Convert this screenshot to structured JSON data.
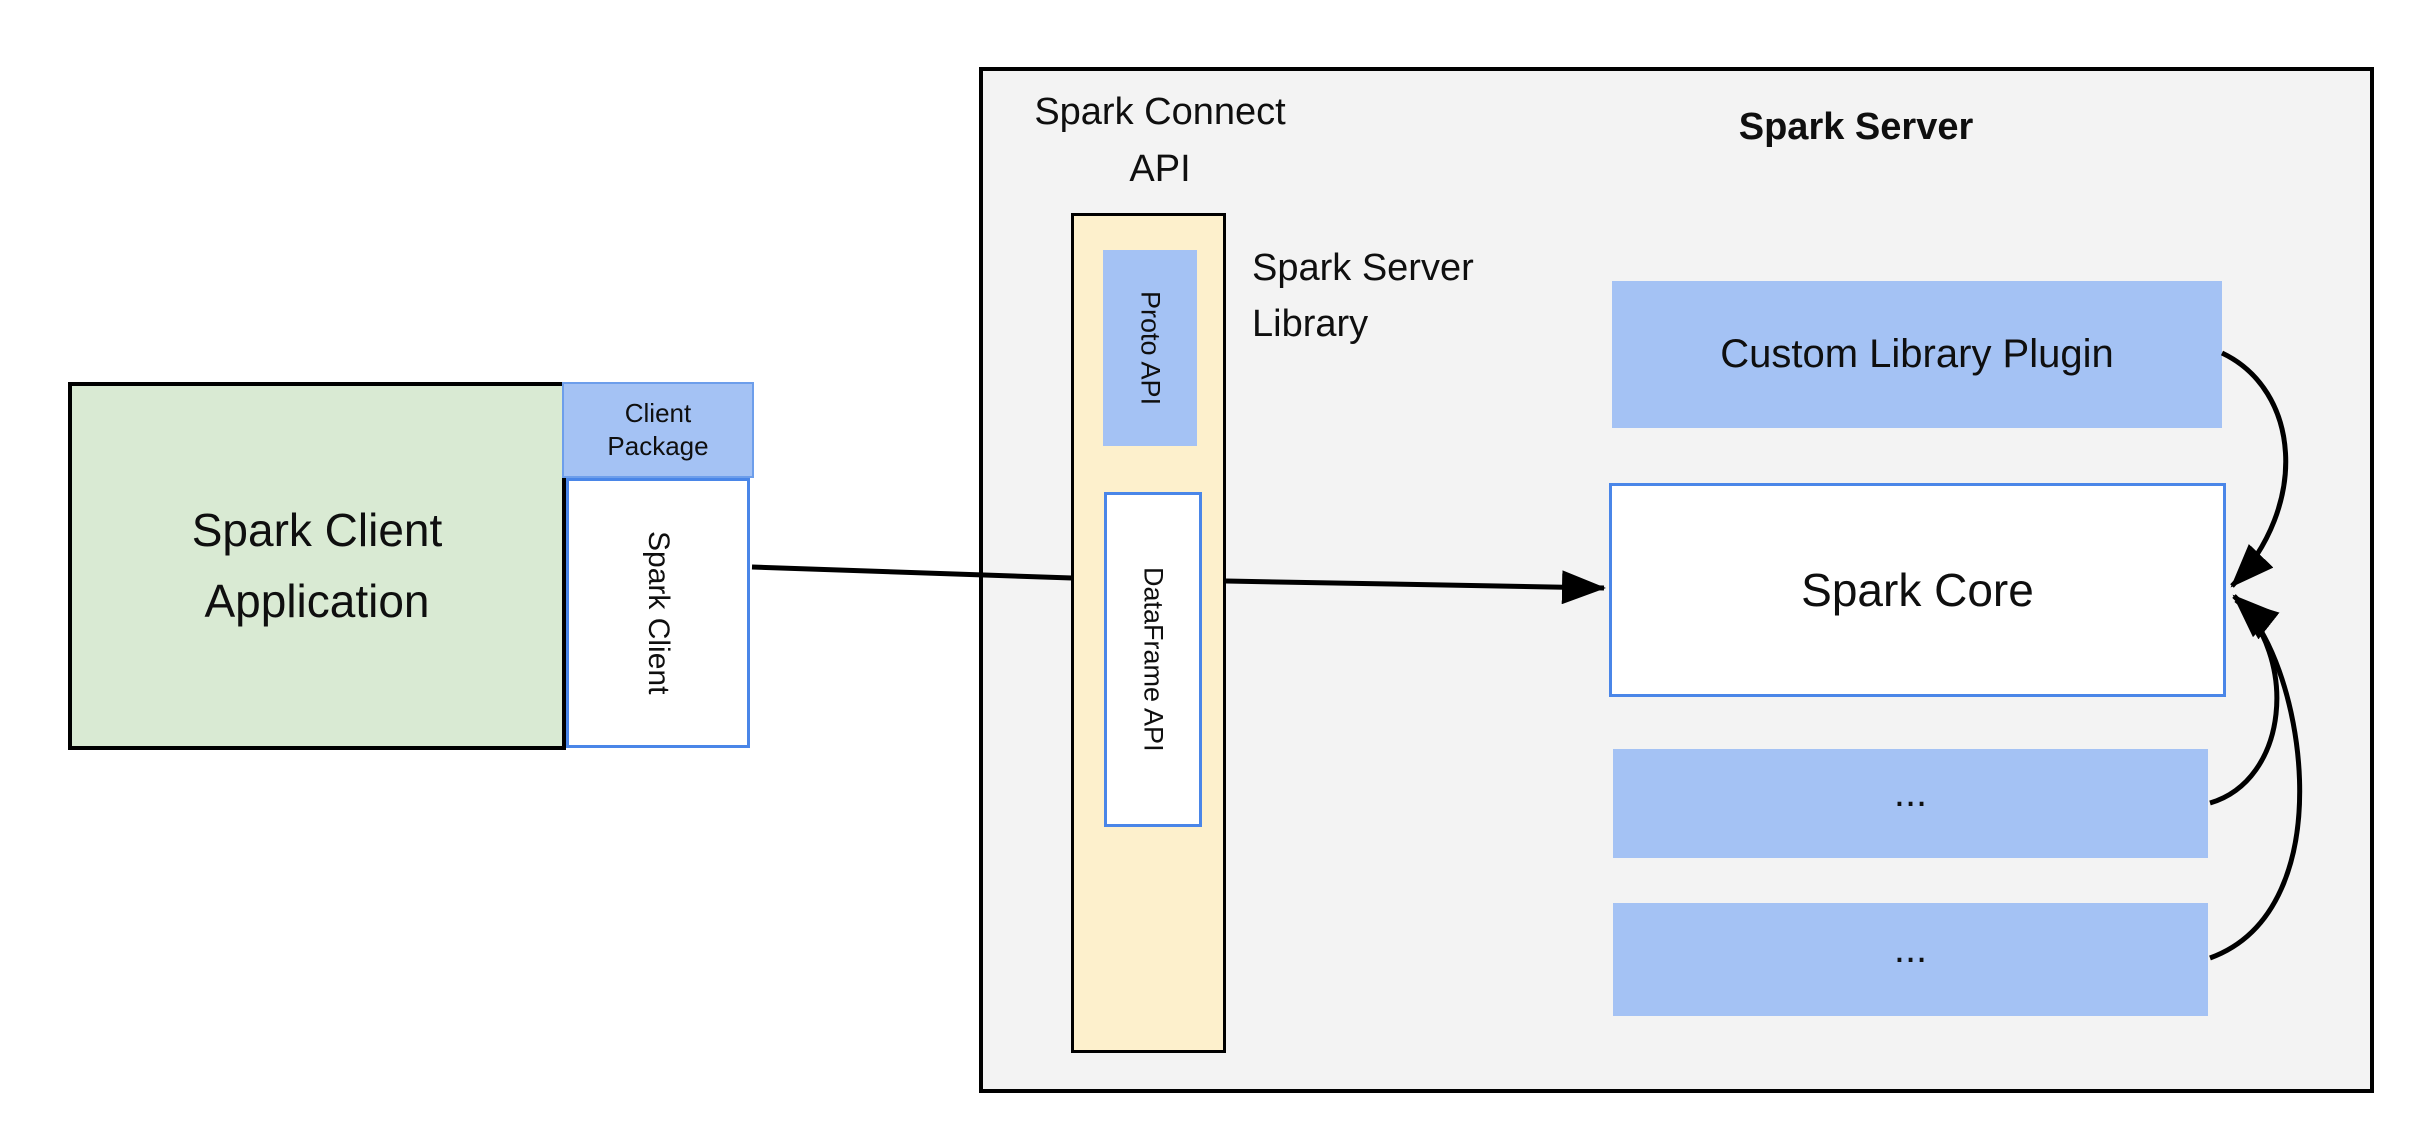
{
  "colors": {
    "green_fill": "#d9ead3",
    "blue_fill": "#a4c2f4",
    "blue_border": "#4a86e8",
    "blue_border_light": "#6d9eeb",
    "yellow_fill": "#fdf0cc",
    "gray_fill": "#f3f3f3",
    "line_black": "#000000",
    "text": "#0f0f0f"
  },
  "diagram": {
    "client_app": {
      "line1": "Spark Client",
      "line2": "Application"
    },
    "client_package": {
      "line1": "Client",
      "line2": "Package"
    },
    "spark_client": {
      "label": "Spark Client"
    },
    "spark_connect_api": {
      "line1": "Spark Connect",
      "line2": "API"
    },
    "spark_server_library": {
      "line1": "Spark Server",
      "line2": "Library"
    },
    "spark_server_title": "Spark Server",
    "proto_api": "Proto API",
    "dataframe_api": "DataFrame API",
    "custom_library_plugin": "Custom Library Plugin",
    "spark_core": "Spark Core",
    "plugin_placeholder_1": "...",
    "plugin_placeholder_2": "..."
  }
}
